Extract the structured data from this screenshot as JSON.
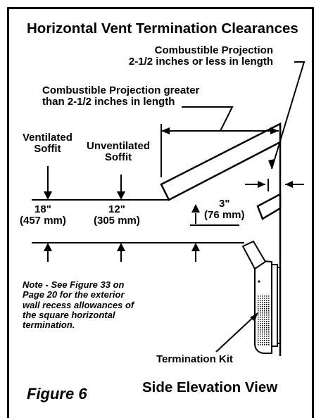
{
  "title": "Horizontal Vent Termination Clearances",
  "labels": {
    "projection_short": "Combustible Projection\n2-1/2 inches or less in length",
    "projection_long": "Combustible Projection greater\nthan 2-1/2 inches in length",
    "ventilated_soffit": "Ventilated\nSoffit",
    "unventilated_soffit": "Unventilated\nSoffit",
    "dim_ventilated": "18\"\n(457 mm)",
    "dim_unventilated": "12\"\n(305 mm)",
    "dim_projection": "3\"\n(76 mm)",
    "termination_kit": "Termination Kit"
  },
  "note": "Note - See Figure 33 on Page 20 for the exterior wall recess allowances of the square horizontal termination.",
  "figure_label": "Figure 6",
  "view_label": "Side Elevation View"
}
